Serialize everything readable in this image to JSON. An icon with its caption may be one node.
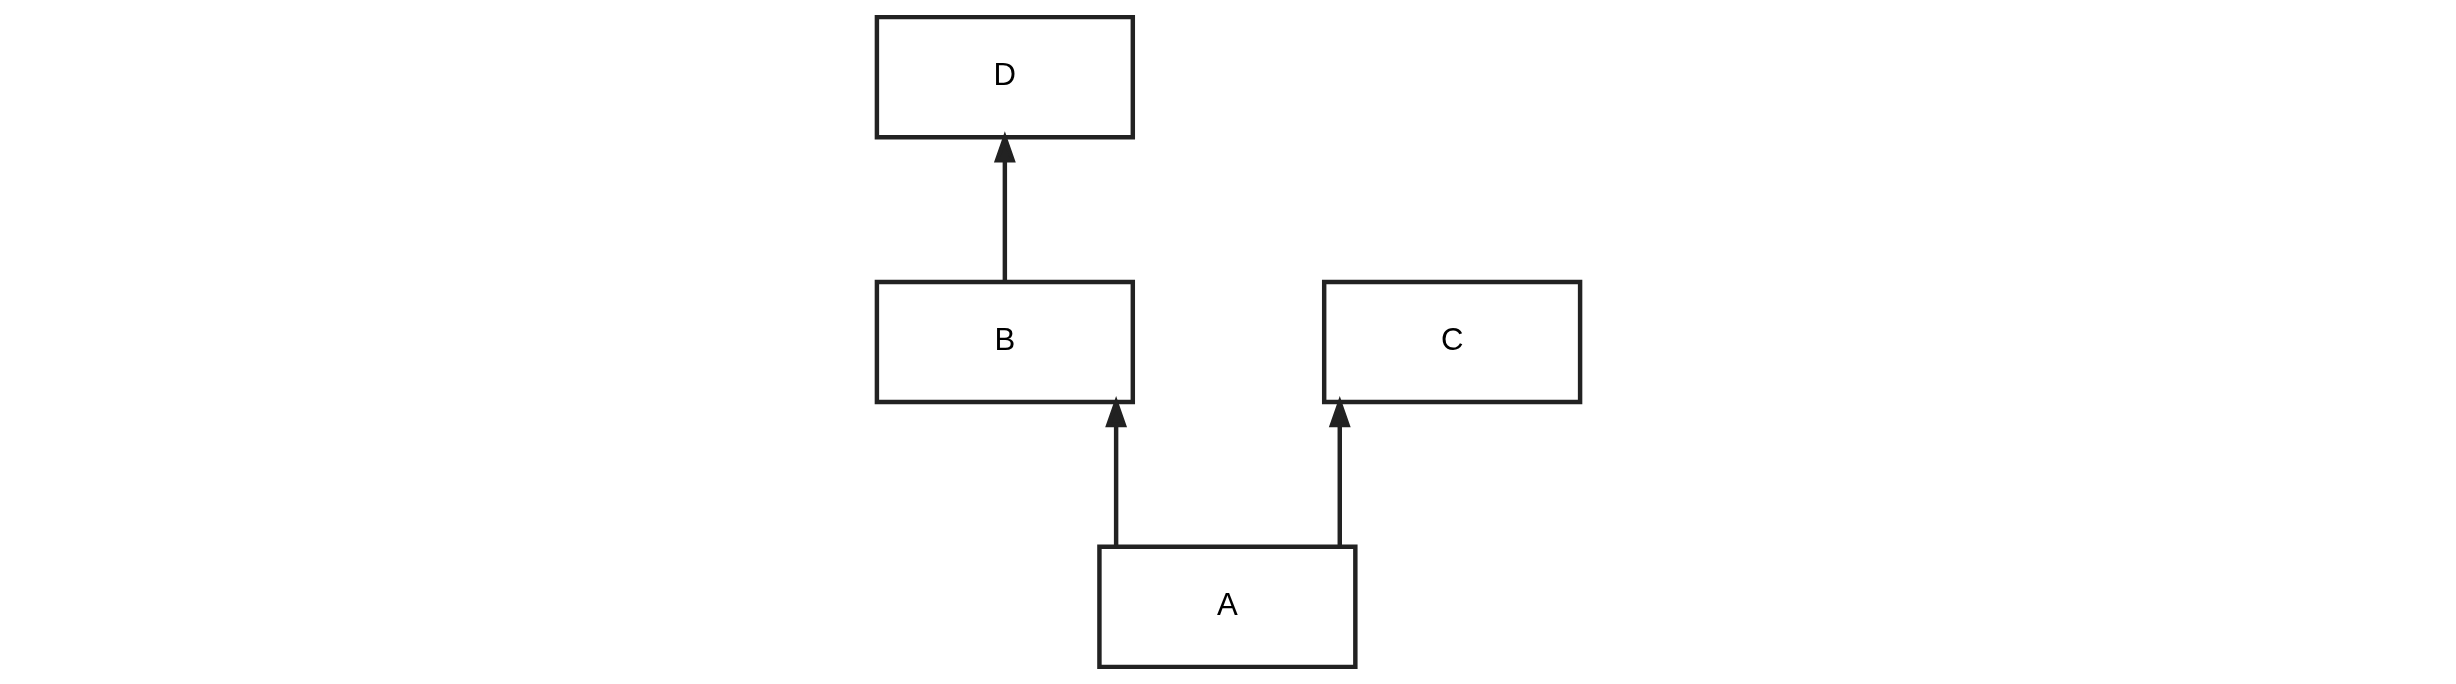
{
  "diagram": {
    "nodes": [
      {
        "text": [
          "D"
        ]
      },
      {
        "text": [
          "B"
        ]
      },
      {
        "text": [
          "C"
        ]
      },
      {
        "text": [
          "A"
        ]
      }
    ],
    "edges": [
      {
        "from": 1,
        "to": 0,
        "arrow": "to"
      },
      {
        "from": 3,
        "to": 1,
        "arrow": "to"
      },
      {
        "from": 3,
        "to": 2,
        "arrow": "to"
      }
    ]
  }
}
